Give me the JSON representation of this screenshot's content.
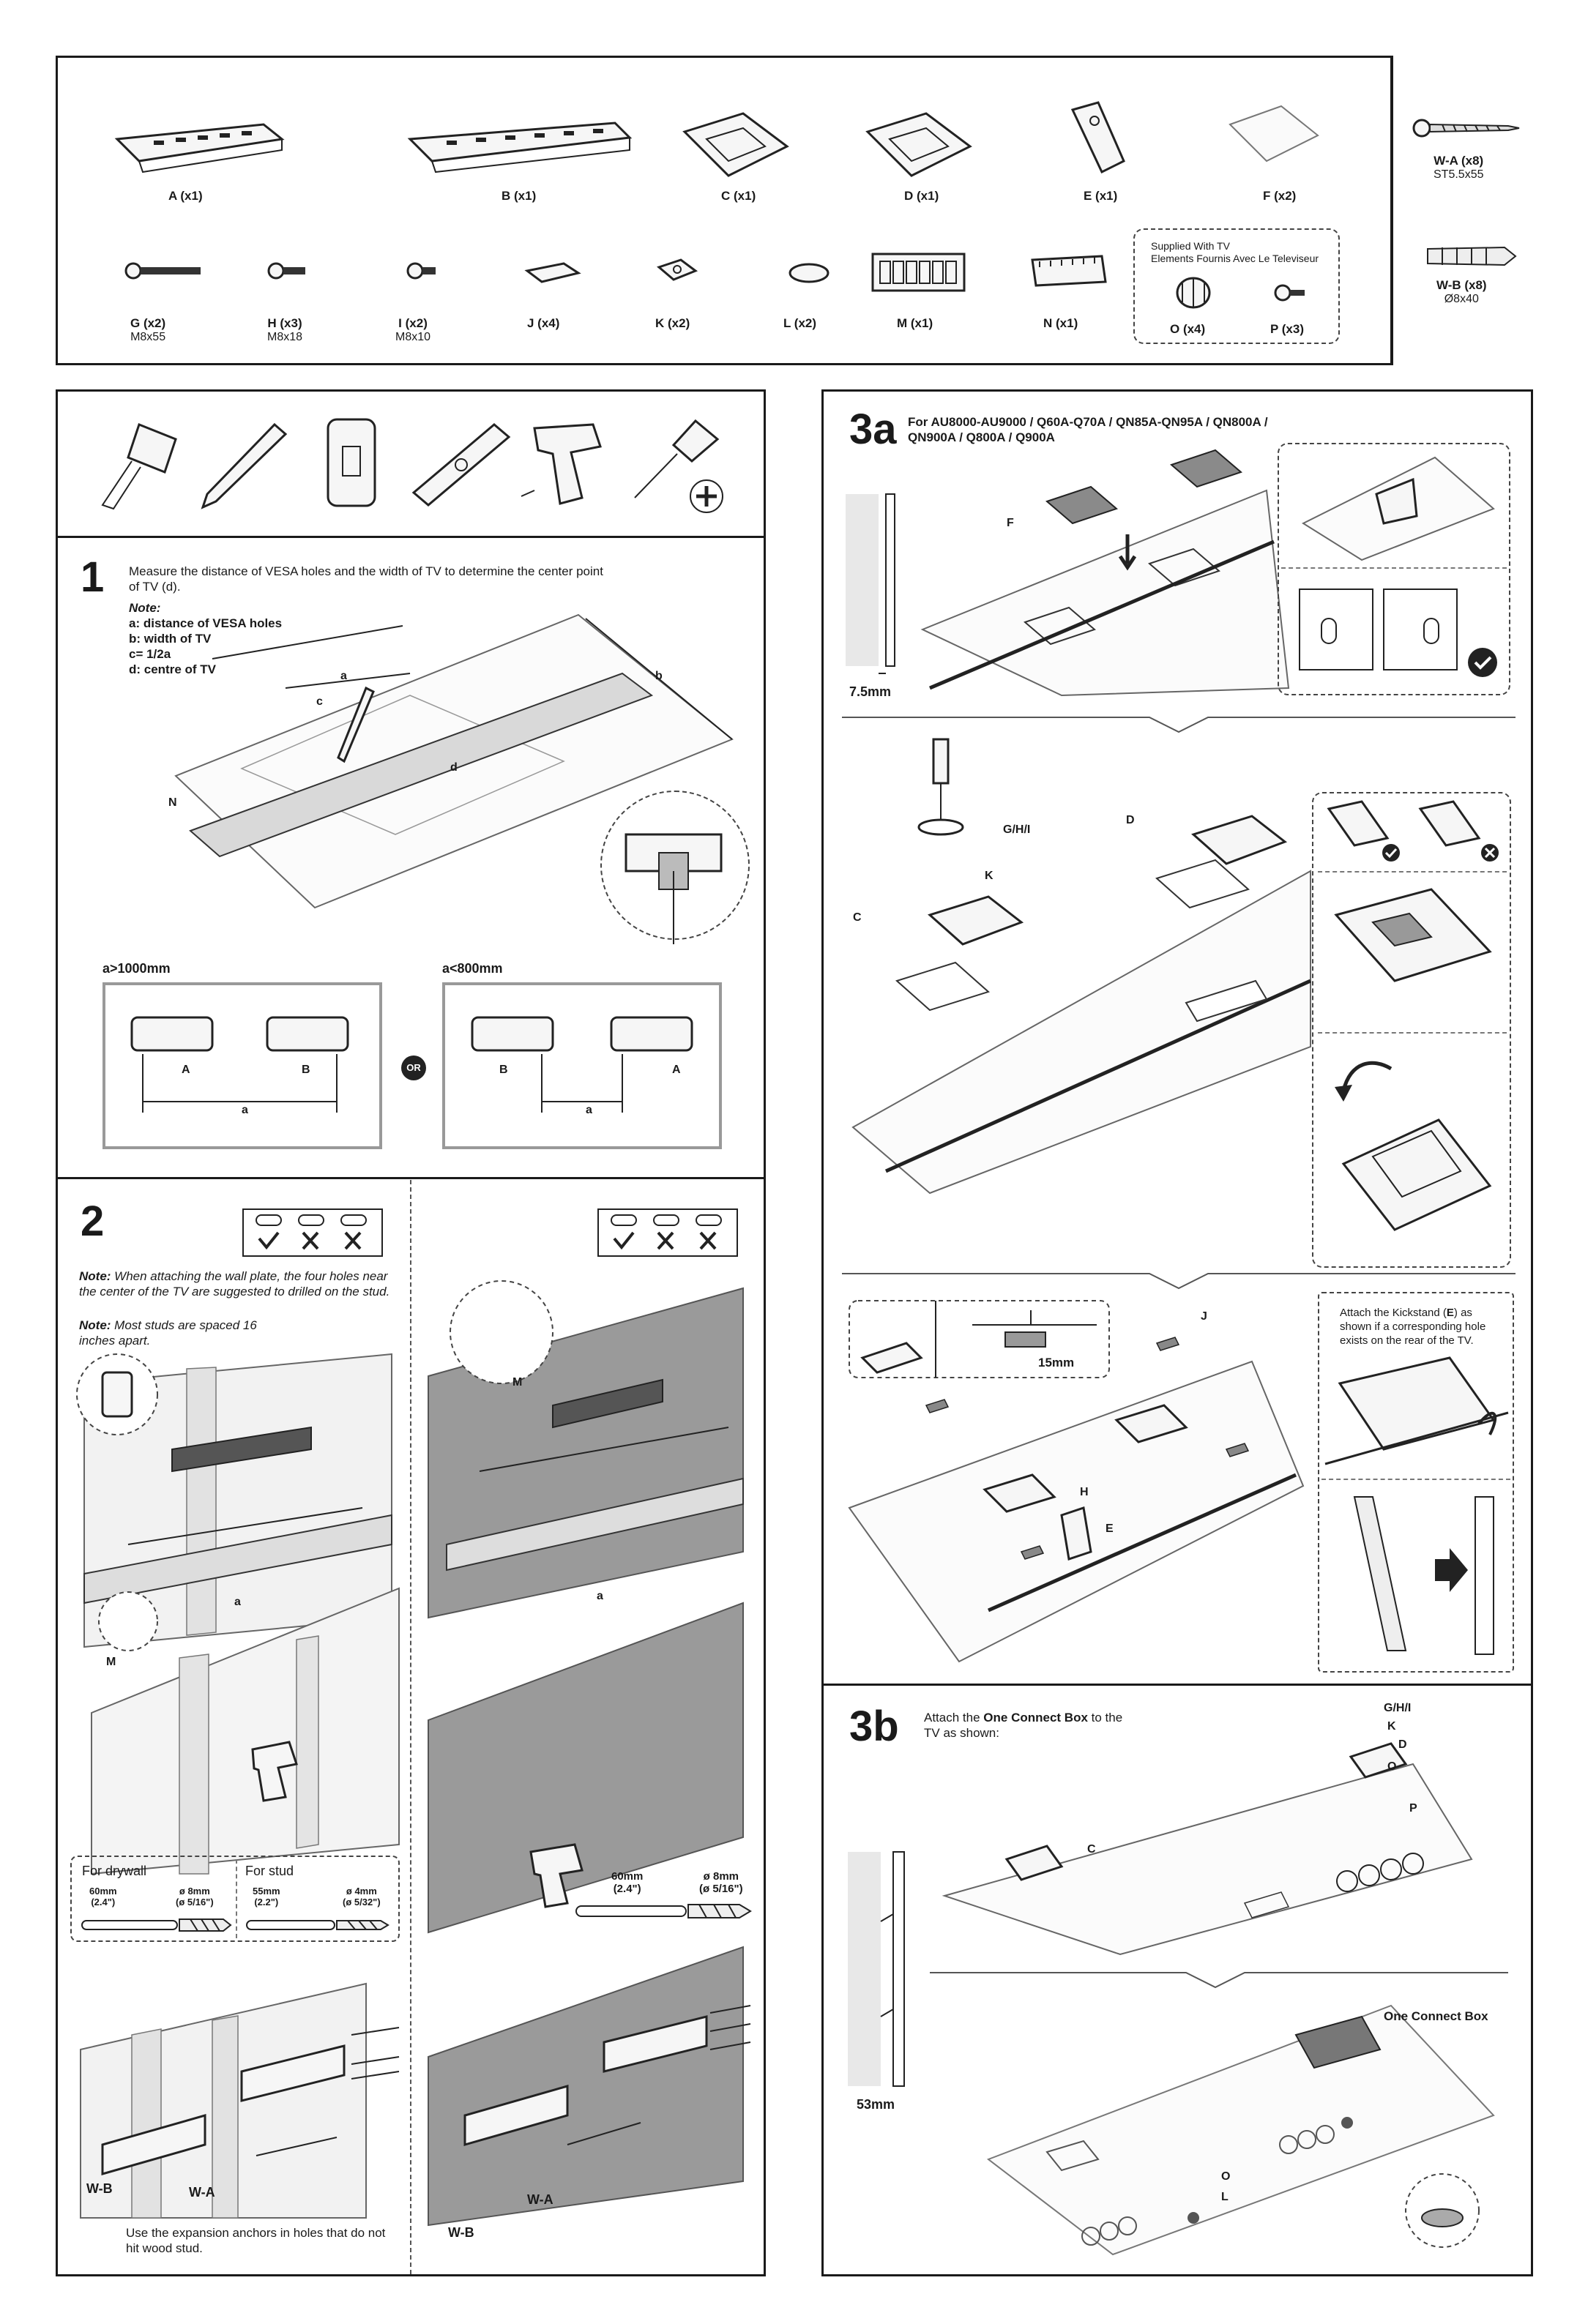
{
  "parts": {
    "row1": [
      {
        "id": "A",
        "label": "A (x1)"
      },
      {
        "id": "B",
        "label": "B (x1)"
      },
      {
        "id": "C",
        "label": "C (x1)"
      },
      {
        "id": "D",
        "label": "D (x1)"
      },
      {
        "id": "E",
        "label": "E (x1)"
      },
      {
        "id": "F",
        "label": "F (x2)"
      }
    ],
    "row2": [
      {
        "id": "G",
        "label": "G (x2)",
        "size": "M8x55"
      },
      {
        "id": "H",
        "label": "H (x3)",
        "size": "M8x18"
      },
      {
        "id": "I",
        "label": "I (x2)",
        "size": "M8x10"
      },
      {
        "id": "J",
        "label": "J (x4)"
      },
      {
        "id": "K",
        "label": "K (x2)"
      },
      {
        "id": "L",
        "label": "L (x2)"
      },
      {
        "id": "M",
        "label": "M (x1)"
      },
      {
        "id": "N",
        "label": "N (x1)"
      }
    ],
    "supplied_title": "Supplied With TV",
    "supplied_subtitle": "Elements Fournis Avec Le Televiseur",
    "supplied": [
      {
        "id": "O",
        "label": "O (x4)"
      },
      {
        "id": "P",
        "label": "P (x3)"
      }
    ],
    "wall": [
      {
        "id": "W-A",
        "label": "W-A (x8)",
        "size": "ST5.5x55"
      },
      {
        "id": "W-B",
        "label": "W-B (x8)",
        "size": "Ø8x40"
      }
    ]
  },
  "step1": {
    "num": "1",
    "instruction": "Measure the distance of VESA holes and the width of TV to determine the center point of TV (d).",
    "note_title": "Note:",
    "note_lines": [
      "a: distance of VESA holes",
      "b: width of TV",
      "c= 1/2a",
      "d: centre of TV"
    ],
    "callouts": {
      "a": "a",
      "b": "b",
      "c": "c",
      "d": "d",
      "n": "N"
    },
    "left_condition": "a>1000mm",
    "right_condition": "a<800mm",
    "or": "OR",
    "left_labels": [
      "A",
      "B"
    ],
    "right_labels": [
      "B",
      "A"
    ],
    "dimension": "a"
  },
  "step2": {
    "num": "2",
    "note1_bold": "Note:",
    "note1": " When attaching the wall plate, the four holes near the center of the TV are suggested to drilled on the stud.",
    "note2_bold": "Note:",
    "note2": " Most studs are spaced 16 inches apart.",
    "drywall": {
      "title": "For drywall",
      "length": "60mm",
      "length_in": "(2.4\")",
      "dia": "ø 8mm",
      "dia_in": "(ø 5/16\")"
    },
    "stud": {
      "title": "For stud",
      "length": "55mm",
      "length_in": "(2.2\")",
      "dia": "ø 4mm",
      "dia_in": "(ø 5/32\")"
    },
    "right_bit": {
      "length": "60mm",
      "length_in": "(2.4\")",
      "dia": "ø 8mm",
      "dia_in": "(ø 5/16\")"
    },
    "callout_m": "M",
    "callout_a": "a",
    "callout_wa": "W-A",
    "callout_wb": "W-B",
    "anchor_note": "Use the expansion anchors in holes that do not hit wood stud."
  },
  "step3a": {
    "num": "3a",
    "models": "For AU8000-AU9000 / Q60A-Q70A / QN85A-QN95A / QN800A / QN900A / Q800A / Q900A",
    "gap": "7.5mm",
    "callouts": {
      "f": "F",
      "ghi": "G/H/I",
      "k": "K",
      "c": "C",
      "d": "D",
      "j": "J",
      "h": "H",
      "e": "E"
    },
    "gap2": "15mm",
    "kickstand_note_pre": "Attach the Kickstand (",
    "kickstand_note_bold": "E",
    "kickstand_note_post": ") as shown if a corresponding hole exists on the rear of the TV."
  },
  "step3b": {
    "num": "3b",
    "instruction_pre": "Attach the ",
    "instruction_bold": "One Connect Box",
    "instruction_post": " to the TV as shown:",
    "gap": "53mm",
    "callouts": {
      "ghi": "G/H/I",
      "k": "K",
      "d": "D",
      "o": "O",
      "p": "P",
      "c": "C",
      "ocb": "One Connect Box",
      "o2": "O",
      "l": "L"
    }
  }
}
